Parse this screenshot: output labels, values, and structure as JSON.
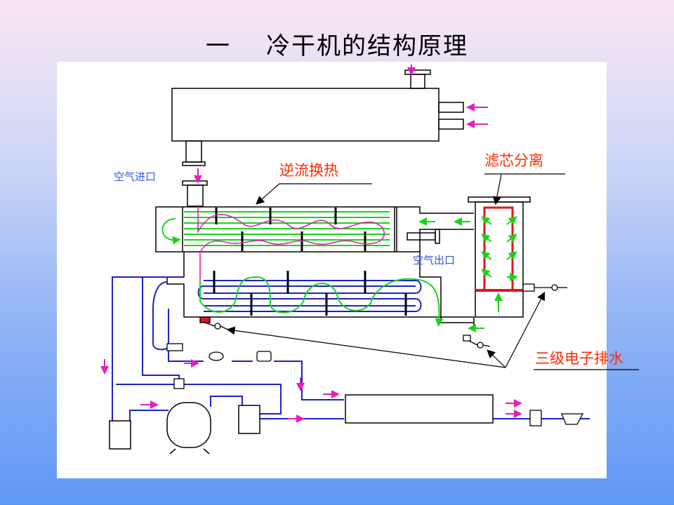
{
  "slide": {
    "number": "一",
    "title": "冷干机的结构原理"
  },
  "labels": {
    "air_inlet": "空气进口",
    "air_outlet": "空气出口",
    "counterflow_heat_exchange": "逆流换热",
    "filter_separation": "滤芯分离",
    "three_stage_drain": "三级电子排水"
  },
  "colors": {
    "refrigerant_line": "#1a24c8",
    "flow_arrow": "#e81cc0",
    "air_flow": "#19d419",
    "filter_element": "#e4141c",
    "label_red": "#ff2a00",
    "label_blue": "#3a56d6"
  }
}
